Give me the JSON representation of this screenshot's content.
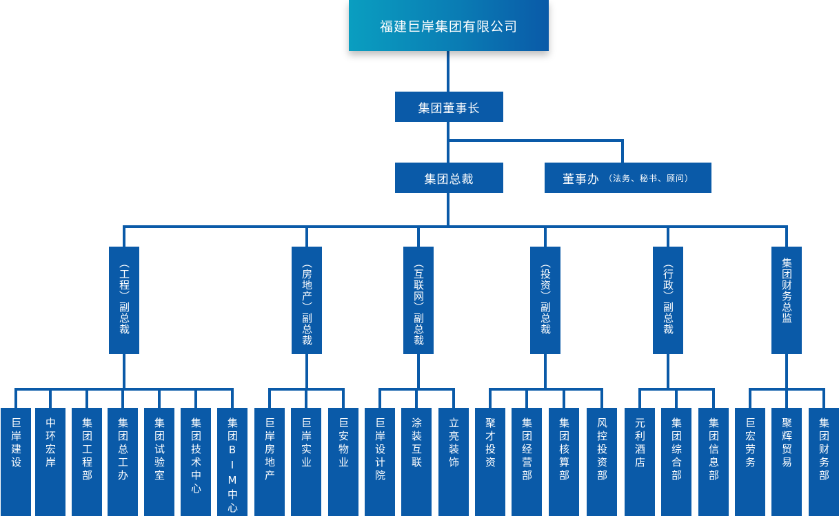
{
  "colors": {
    "node": "#0a5aa8",
    "root_gradient_start": "#0a9ec0",
    "root_gradient_end": "#0a5aa8",
    "text": "#ffffff"
  },
  "root": {
    "label": "福建巨岸集团有限公司"
  },
  "chairman": {
    "label": "集团董事长"
  },
  "president": {
    "label": "集团总裁"
  },
  "board_office": {
    "label": "董事办",
    "note": "（法务、秘书、顾问）"
  },
  "vps": [
    {
      "label": "（工程）副总裁",
      "children": [
        "巨岸建设",
        "中环宏岸",
        "集团工程部",
        "集团总工办",
        "集团试验室",
        "集团技术中心",
        "集团BIM中心"
      ]
    },
    {
      "label": "（房地产）副总裁",
      "children": [
        "巨岸房地产",
        "巨岸实业",
        "巨安物业"
      ]
    },
    {
      "label": "（互联网）副总裁",
      "children": [
        "巨岸设计院",
        "涂装互联",
        "立亮装饰"
      ]
    },
    {
      "label": "（投资）副总裁",
      "children": [
        "聚才投资",
        "集团经营部",
        "集团核算部",
        "风控投资部"
      ]
    },
    {
      "label": "（行政）副总裁",
      "children": [
        "元利酒店",
        "集团综合部",
        "集团信息部"
      ]
    },
    {
      "label": "集团财务总监",
      "children": [
        "巨宏劳务",
        "聚辉贸易",
        "集团财务部"
      ]
    }
  ]
}
